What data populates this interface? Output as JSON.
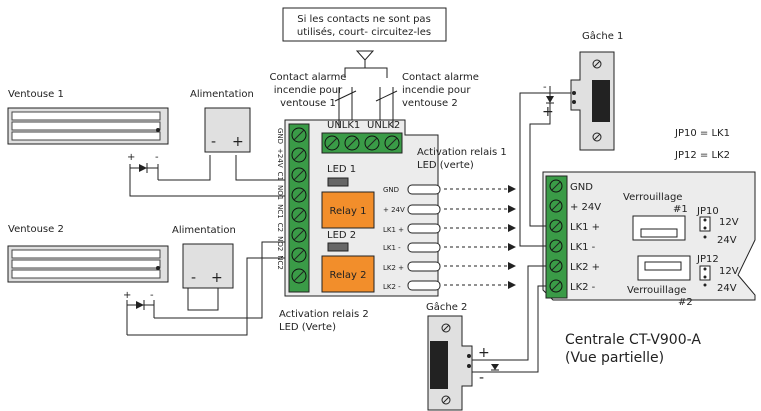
{
  "note_box": {
    "line1": "Si les contacts ne sont pas",
    "line2": "utilisés, court- circuitez-les"
  },
  "fire_contact_1": {
    "line1": "Contact alarme",
    "line2": "incendie pour",
    "line3": "ventouse 1"
  },
  "fire_contact_2": {
    "line1": "Contact alarme",
    "line2": "incendie pour",
    "line3": "ventouse 2"
  },
  "ventouse_1": {
    "label": "Ventouse 1",
    "plus": "+",
    "minus": "-"
  },
  "ventouse_2": {
    "label": "Ventouse 2",
    "plus": "+",
    "minus": "-"
  },
  "alim_1": {
    "label": "Alimentation",
    "minus": "-",
    "plus": "+"
  },
  "alim_2": {
    "label": "Alimentation",
    "minus": "-",
    "plus": "+"
  },
  "module": {
    "unlk1": "UNLK1",
    "unlk2": "UNLK2",
    "terminals": [
      "GND",
      "+24V",
      "C1",
      "NO1",
      "NC1",
      "C2",
      "NO2",
      "NC2"
    ],
    "led1": "LED 1",
    "led2": "LED 2",
    "relay1": "Relay 1",
    "relay2": "Relay 2",
    "pins": [
      "GND",
      "+ 24V",
      "LK1 +",
      "LK1 -",
      "LK2 +",
      "LK2 -"
    ]
  },
  "activation_1": {
    "line1": "Activation relais 1",
    "line2": "LED (verte)"
  },
  "activation_2": {
    "line1": "Activation relais 2",
    "line2": "LED (Verte)"
  },
  "gache_1": {
    "label": "Gâche 1",
    "minus": "-",
    "plus": "+"
  },
  "gache_2": {
    "label": "Gâche 2",
    "plus": "+",
    "minus": "-"
  },
  "jumper_legend": {
    "line1": "JP10 = LK1",
    "line2": "JP12 = LK2"
  },
  "centrale": {
    "terminals": [
      "GND",
      "+ 24V",
      "LK1 +",
      "LK1 -",
      "LK2 +",
      "LK2 -"
    ],
    "verrouillage1": "Verrouillage",
    "verrouillage1_num": "#1",
    "verrouillage2": "Verrouillage",
    "verrouillage2_num": "#2",
    "jp10": "JP10",
    "jp12": "JP12",
    "v12": "12V",
    "v24": "24V",
    "title_line1": "Centrale CT-V900-A",
    "title_line2": "(Vue partielle)"
  },
  "colors": {
    "terminal_green": "#3a9b47",
    "relay_orange": "#f28e2b",
    "module_fill": "#ececec",
    "device_fill": "#e0e0e0",
    "line": "#222222"
  }
}
